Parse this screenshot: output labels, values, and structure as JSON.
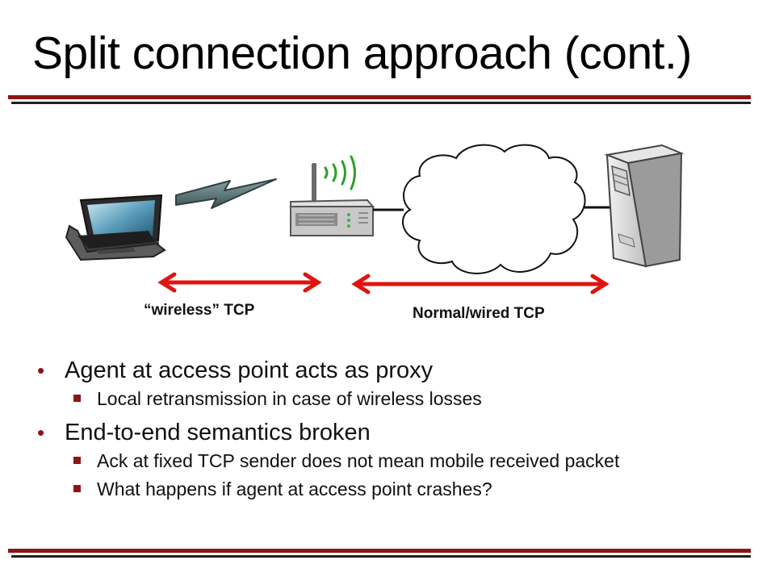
{
  "slide": {
    "title": "Split connection approach (cont.)"
  },
  "diagram": {
    "wireless_label": "“wireless” TCP",
    "wired_label": "Normal/wired TCP",
    "arrow_color": "#e0140f",
    "accent_color": "#8c1515"
  },
  "bullets": [
    {
      "text": "Agent at access point acts as proxy",
      "subs": [
        "Local retransmission in case of wireless losses"
      ]
    },
    {
      "text": "End-to-end semantics broken",
      "subs": [
        "Ack at fixed TCP sender does not mean mobile received packet",
        "What happens if agent at access point crashes?"
      ]
    }
  ]
}
